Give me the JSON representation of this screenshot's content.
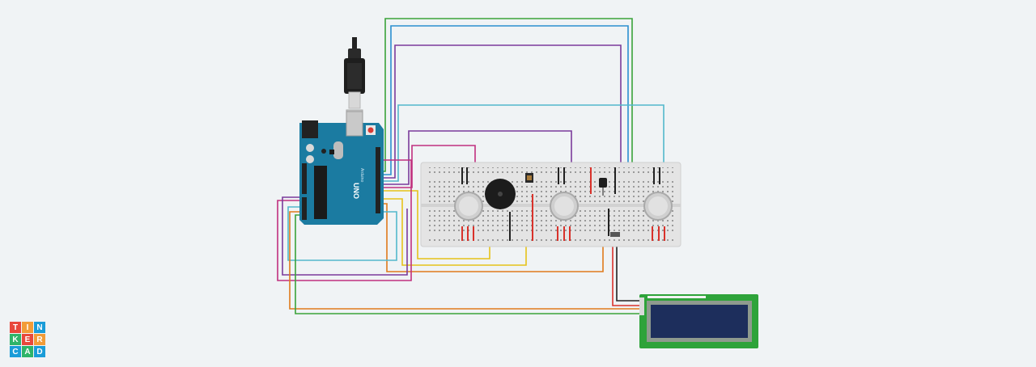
{
  "board": {
    "brand": "UNO",
    "label": "Arduino"
  },
  "logo": {
    "letters": [
      "T",
      "I",
      "N",
      "K",
      "E",
      "R",
      "C",
      "A",
      "D"
    ],
    "colors": [
      "#e8483b",
      "#f29c38",
      "#1a9cd8",
      "#2eb469",
      "#e8483b",
      "#f29c38",
      "#1a9cd8",
      "#2eb469",
      "#1a9cd8"
    ]
  },
  "wire_colors": {
    "green": "#3aa33a",
    "blue": "#2a8fd0",
    "purple": "#7b3b9b",
    "cyan": "#52b8cc",
    "magenta": "#c0307e",
    "yellow": "#e6c21a",
    "orange": "#e07b1c",
    "black": "#222222",
    "red": "#d9322b"
  },
  "components": [
    "usb-cable",
    "arduino-uno",
    "breadboard",
    "gas-sensor-1",
    "piezo-buzzer",
    "photoresistor",
    "gas-sensor-2",
    "temperature-sensor",
    "gas-sensor-3",
    "lcd-16x2"
  ]
}
